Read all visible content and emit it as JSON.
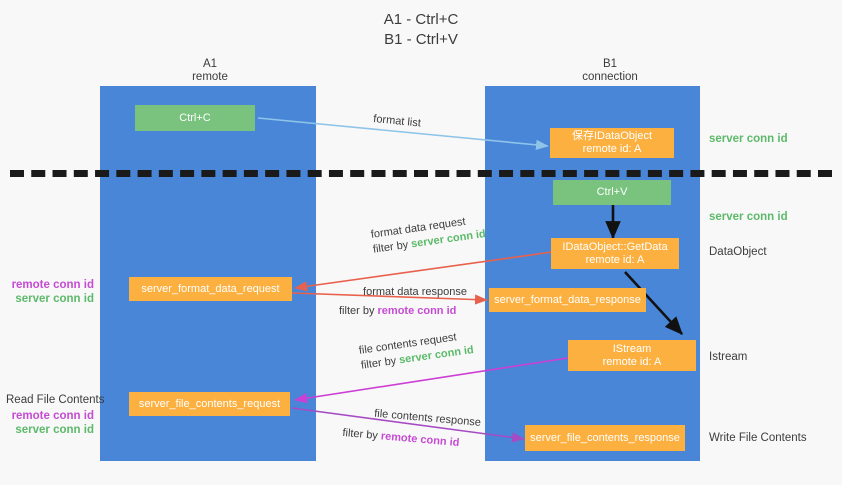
{
  "title": {
    "line1": "A1 - Ctrl+C",
    "line2": "B1 - Ctrl+V"
  },
  "columns": [
    {
      "name": "A1",
      "sub": "remote"
    },
    {
      "name": "B1",
      "sub": "connection"
    }
  ],
  "nodes": {
    "ctrl_c": {
      "label": "Ctrl+C"
    },
    "ctrl_v": {
      "label": "Ctrl+V"
    },
    "idataobject": {
      "line1": "保存IDataObject",
      "line2": "remote id: A"
    },
    "getdata": {
      "line1": "IDataObject::GetData",
      "line2": "remote id: A"
    },
    "istream": {
      "line1": "IStream",
      "line2": "remote id: A"
    },
    "server_format_data_request": {
      "label": "server_format_data_request"
    },
    "server_format_data_response": {
      "label": "server_format_data_response"
    },
    "server_file_contents_request": {
      "label": "server_file_contents_request"
    },
    "server_file_contents_response": {
      "label": "server_file_contents_response"
    }
  },
  "right_labels": {
    "server_conn_id_top": "server conn id",
    "server_conn_id_mid": "server conn id",
    "dataobject": "DataObject",
    "istream": "Istream",
    "write_file_contents": "Write File Contents"
  },
  "left_labels": {
    "remote_conn_id_1": "remote conn id",
    "server_conn_id_1": "server conn id",
    "read_file_contents": "Read File Contents",
    "remote_conn_id_2": "remote conn id",
    "server_conn_id_2": "server conn id"
  },
  "flows": {
    "format_list": "format list",
    "format_data_request": "format data request",
    "format_data_request_filter_prefix": "filter by ",
    "format_data_request_filter_value": "server conn id",
    "format_data_response": "format data response",
    "format_data_response_filter_prefix": "filter by ",
    "format_data_response_filter_value": "remote conn id",
    "file_contents_request": "file contents request",
    "file_contents_request_filter_prefix": "filter by ",
    "file_contents_request_filter_value": "server conn id",
    "file_contents_response": "file contents response",
    "file_contents_response_filter_prefix": "filter by ",
    "file_contents_response_filter_value": "remote conn id"
  },
  "colors": {
    "lane": "#4a86d8",
    "green_box": "#79c37f",
    "orange_box": "#fbb040",
    "green_text": "#5cba6a",
    "magenta_text": "#c64bd4",
    "arrow_light_blue": "#8ec4e8",
    "arrow_red": "#e8614d",
    "arrow_magenta": "#cc3fd4",
    "arrow_purple": "#a64bc4",
    "arrow_black": "#111111",
    "background": "#f8f8f8"
  }
}
